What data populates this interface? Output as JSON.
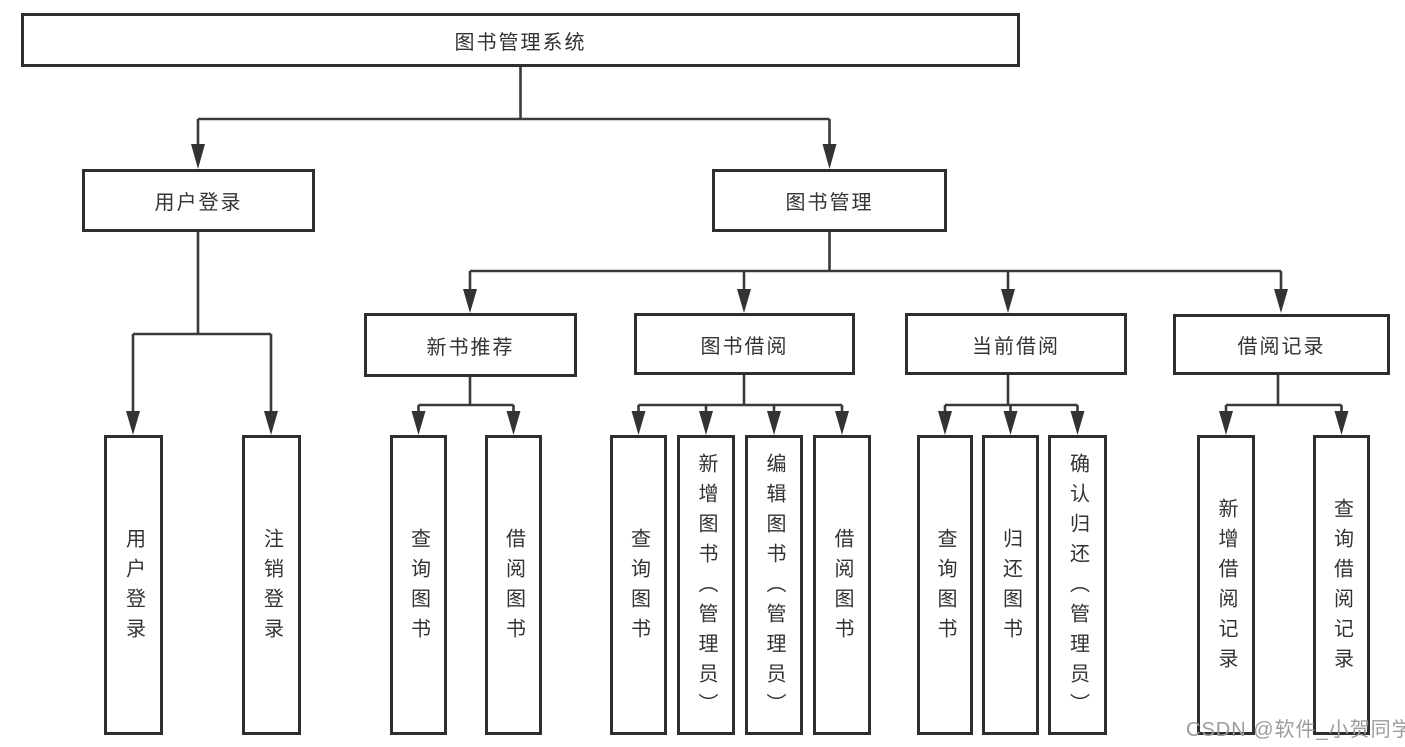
{
  "nodes": {
    "root": "图书管理系统",
    "level1": [
      "用户登录",
      "图书管理"
    ],
    "level2": [
      "新书推荐",
      "图书借阅",
      "当前借阅",
      "借阅记录"
    ],
    "leaves_login": [
      "用户登录",
      "注销登录"
    ],
    "leaves_newbook": [
      "查询图书",
      "借阅图书"
    ],
    "leaves_borrow": [
      "查询图书",
      "新增图书（管理员）",
      "编辑图书（管理员）",
      "借阅图书"
    ],
    "leaves_current": [
      "查询图书",
      "归还图书",
      "确认归还（管理员）"
    ],
    "leaves_records": [
      "新增借阅记录",
      "查询借阅记录"
    ]
  },
  "watermark": "CSDN @软件_小贺同学",
  "colors": {
    "line": "#3a3a3a",
    "border": "#2e2e2e",
    "text": "#333333",
    "watermark": "#a09a9a",
    "background": "#ffffff"
  }
}
